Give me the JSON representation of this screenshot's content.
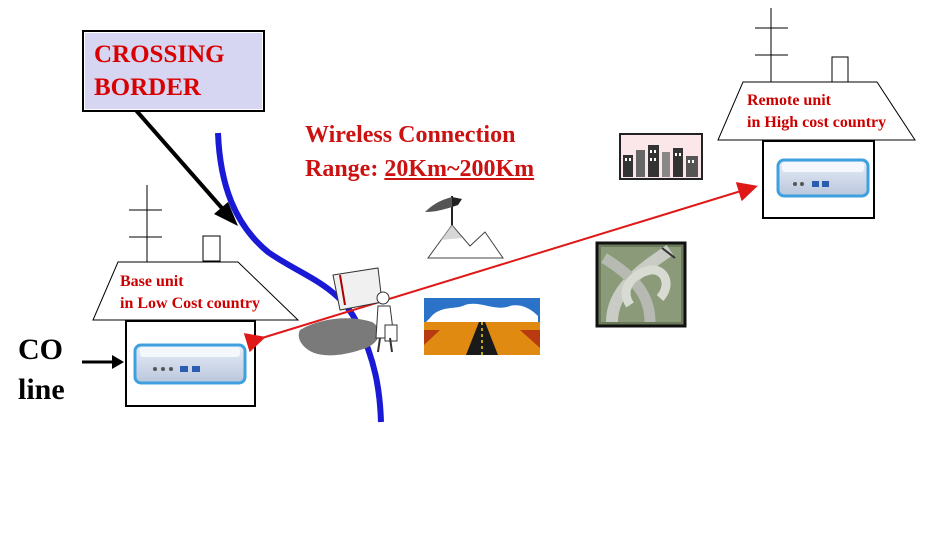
{
  "crossing_border": {
    "line1": "CROSSING",
    "line2": "BORDER"
  },
  "wireless": {
    "title": "Wireless Connection",
    "range_label": "Range: ",
    "range_value": "20Km~200Km"
  },
  "base_unit": {
    "line1": "Base unit",
    "line2": "in Low Cost country"
  },
  "remote_unit": {
    "line1": "Remote unit",
    "line2": "in High cost country"
  },
  "co_line": {
    "line1": "CO",
    "line2": "line"
  },
  "colors": {
    "text_red": "#cc1111",
    "border_curve": "#1a1ad6",
    "link_arrow": "#e01818",
    "crossing_fill": "#d6d6f2"
  },
  "icons": [
    "flag-mountain-icon",
    "city-skyline-icon",
    "highway-interchange-icon",
    "desert-road-icon",
    "traveler-icon",
    "antenna-icon",
    "modem-icon"
  ]
}
